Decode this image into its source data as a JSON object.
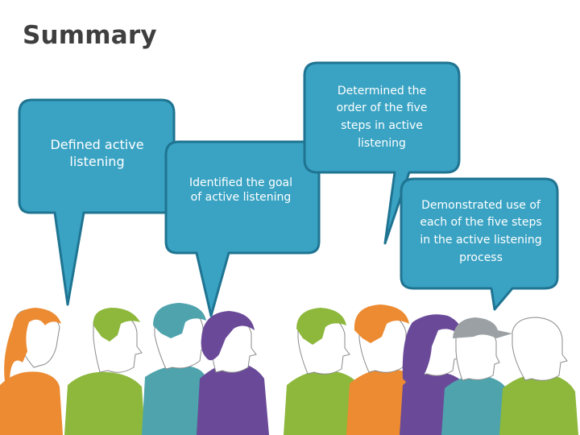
{
  "slide": {
    "title": "Summary"
  },
  "bubbles": [
    {
      "text": "Defined active listening"
    },
    {
      "text": "Identified the goal of active listening"
    },
    {
      "text": "Determined the order of the five steps in active listening"
    },
    {
      "text": "Demonstrated use of each of the five steps in the active listening process"
    }
  ],
  "colors": {
    "bubble_fill": "#3aa3c3",
    "bubble_stroke": "#1f7492",
    "title": "#3f3f3f",
    "orange": "#ec8b32",
    "green": "#8db83c",
    "teal": "#4ea3ad",
    "purple": "#6a4a98",
    "gray": "#9aa0a4",
    "skin": "#ffffff"
  },
  "people": [
    {
      "color": "orange"
    },
    {
      "color": "green"
    },
    {
      "color": "teal"
    },
    {
      "color": "purple"
    },
    {
      "color": "green"
    },
    {
      "color": "orange"
    },
    {
      "color": "purple"
    },
    {
      "color": "teal"
    },
    {
      "color": "green"
    }
  ]
}
